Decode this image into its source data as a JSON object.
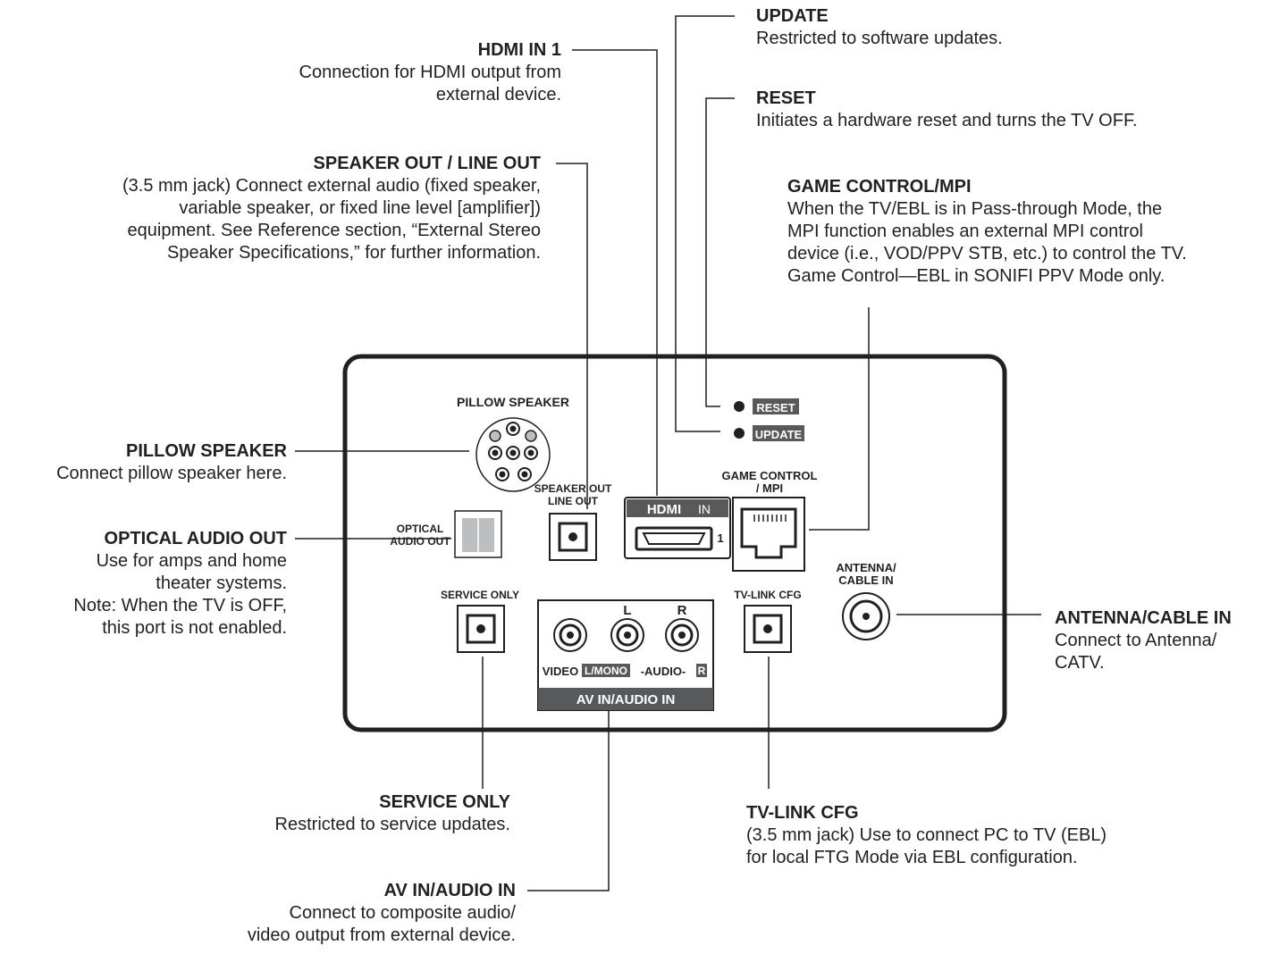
{
  "callouts": {
    "update": {
      "title": "UPDATE",
      "desc": "Restricted to software updates."
    },
    "hdmi": {
      "title": "HDMI IN 1",
      "desc": "Connection for HDMI output from\nexternal device."
    },
    "reset": {
      "title": "RESET",
      "desc": "Initiates a hardware reset and turns the TV OFF."
    },
    "speaker": {
      "title": "SPEAKER OUT / LINE OUT",
      "desc": "(3.5 mm jack) Connect external audio (fixed speaker,\nvariable speaker, or fixed line level [amplifier])\nequipment. See Reference section, “External Stereo\nSpeaker Specifications,” for further information."
    },
    "game": {
      "title": "GAME CONTROL/MPI",
      "desc": "When the TV/EBL is in Pass-through Mode, the\nMPI function enables an external MPI control\ndevice (i.e., VOD/PPV STB, etc.) to control the TV.\nGame Control—EBL in SONIFI PPV Mode only."
    },
    "pillow": {
      "title": "PILLOW SPEAKER",
      "desc": "Connect pillow speaker here."
    },
    "optical": {
      "title": "OPTICAL AUDIO OUT",
      "desc": "Use for amps and home\ntheater systems.\nNote: When the TV is OFF,\nthis port is not enabled."
    },
    "antenna": {
      "title": "ANTENNA/CABLE IN",
      "desc": "Connect to Antenna/\nCATV."
    },
    "service": {
      "title": "SERVICE ONLY",
      "desc": "Restricted to service updates."
    },
    "tvlink": {
      "title": "TV-LINK CFG",
      "desc": "(3.5 mm jack) Use to connect PC to TV (EBL)\nfor local FTG Mode via EBL configuration."
    },
    "av": {
      "title": "AV IN/AUDIO IN",
      "desc": "Connect to composite audio/\nvideo output from external device."
    }
  },
  "panel": {
    "pillow_speaker": "PILLOW SPEAKER",
    "reset": "RESET",
    "update": "UPDATE",
    "game_control_1": "GAME CONTROL",
    "game_control_2": "/ MPI",
    "speaker_out_1": "SPEAKER OUT",
    "speaker_out_2": "LINE OUT",
    "hdmi_logo": "HDMI",
    "hdmi_in": "IN",
    "hdmi_num": "1",
    "optical_1": "OPTICAL",
    "optical_2": "AUDIO OUT",
    "antenna_1": "ANTENNA/",
    "antenna_2": "CABLE IN",
    "service_only": "SERVICE ONLY",
    "tvlink_cfg": "TV-LINK CFG",
    "audio_l": "L",
    "audio_r": "R",
    "video": "VIDEO",
    "mono": "L/MONO",
    "audio": "-AUDIO-",
    "r_box": "R",
    "av_in": "AV IN/AUDIO IN"
  },
  "colors": {
    "ink": "#231f20",
    "gray": "#bcbec0",
    "mid_gray": "#808285",
    "bar": "#58595b"
  }
}
